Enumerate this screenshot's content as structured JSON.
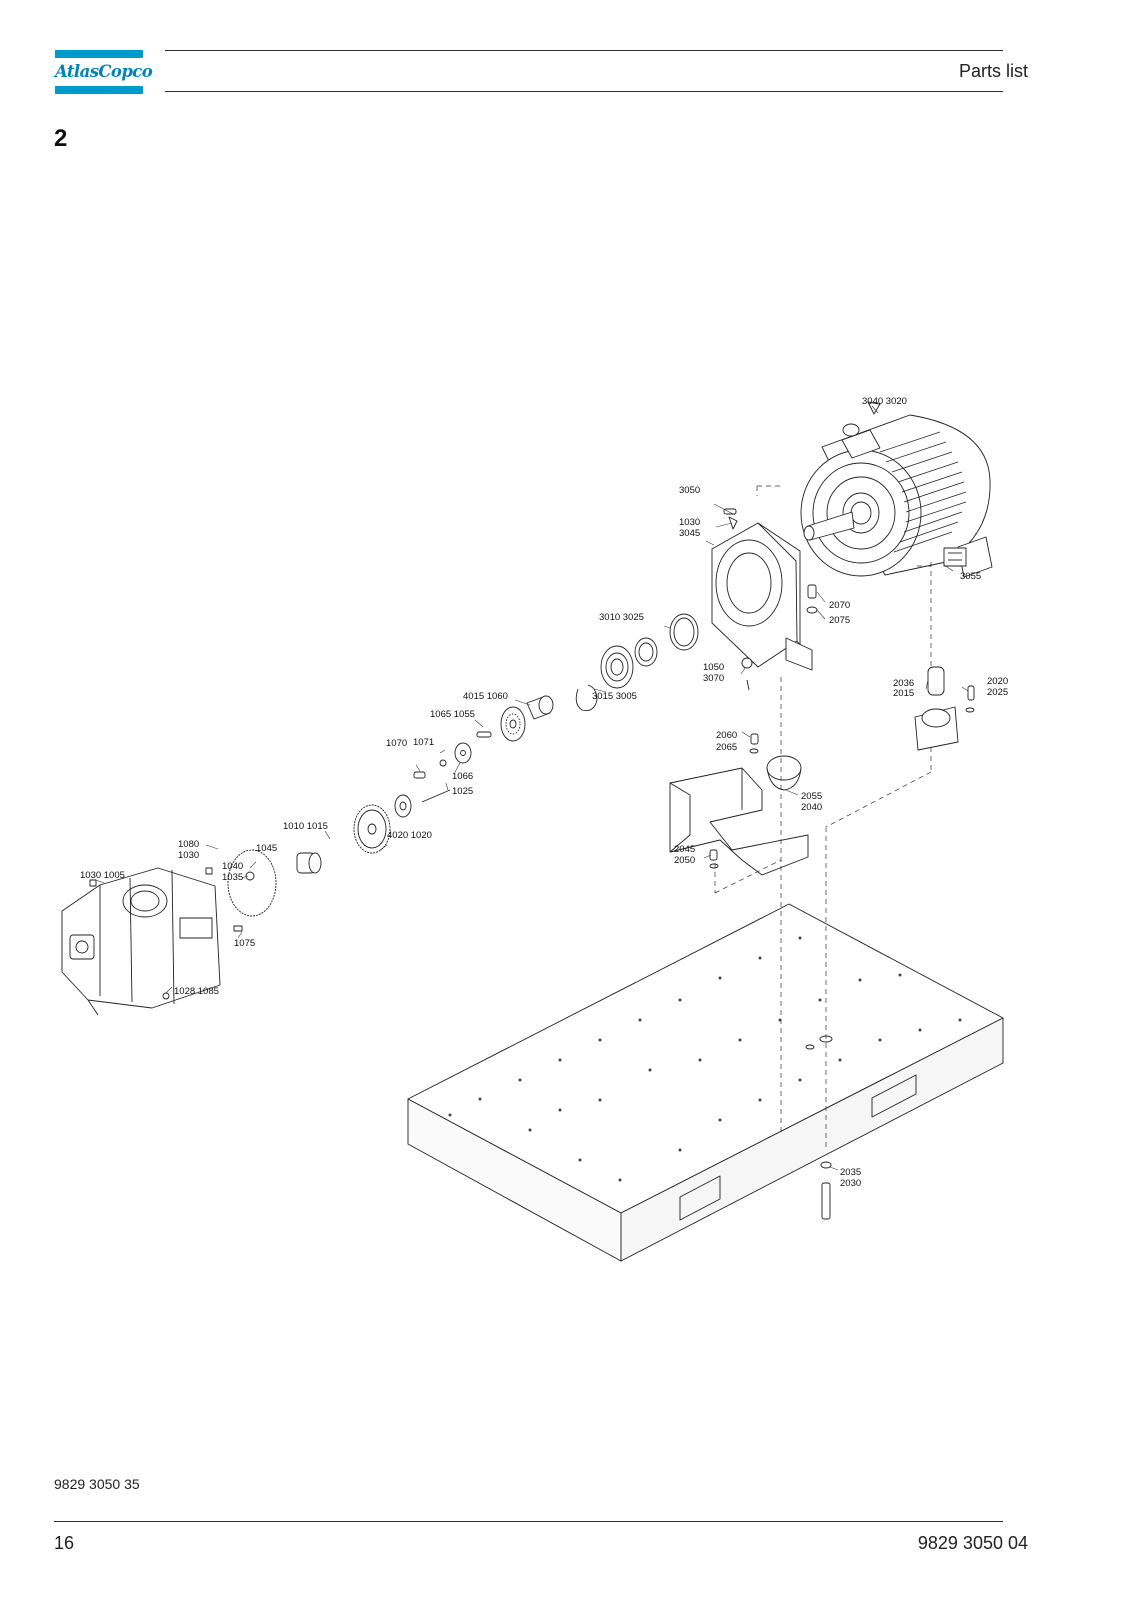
{
  "header": {
    "logo_text": "AtlasCopco",
    "title": "Parts list"
  },
  "section": {
    "number": "2"
  },
  "labels": {
    "l3040_3020": "3040 3020",
    "l3050": "3050",
    "l1030_top": "1030",
    "l3045": "3045",
    "l3055": "3055",
    "l2070": "2070",
    "l2075": "2075",
    "l3010_3025": "3010 3025",
    "l1050": "1050",
    "l3070": "3070",
    "l2036": "2036",
    "l2015": "2015",
    "l2020": "2020",
    "l2025": "2025",
    "l3015_3005": "3015 3005",
    "l4015_1060": "4015 1060",
    "l1065_1055": "1065 1055",
    "l2060": "2060",
    "l2065": "2065",
    "l1070": "1070",
    "l1071": "1071",
    "l1066": "1066",
    "l1025": "1025",
    "l2055": "2055",
    "l2040": "2040",
    "l1010_1015": "1010 1015",
    "l4020_1020": "4020 1020",
    "l1080": "1080",
    "l1030_mid": "1030",
    "l1045": "1045",
    "l2045": "2045",
    "l2050": "2050",
    "l1030_1005": "1030 1005",
    "l1040": "1040",
    "l1035": "1035",
    "l1075": "1075",
    "l1028_1085": "1028 1085",
    "l2035": "2035",
    "l2030": "2030"
  },
  "footer": {
    "doc_number": "9829 3050 35",
    "page_number": "16",
    "manual_number": "9829 3050 04"
  }
}
